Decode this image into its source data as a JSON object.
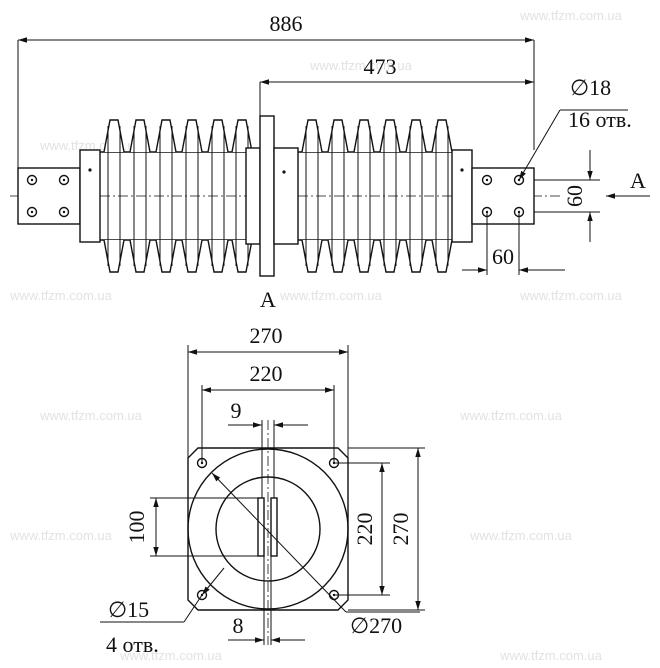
{
  "drawing": {
    "side_view": {
      "overall_length": "886",
      "flange_to_end": "473",
      "hole_diameter": "∅18",
      "hole_count": "16 отв.",
      "hole_spacing_v": "60",
      "hole_spacing_h": "60",
      "view_marker": "A"
    },
    "end_view": {
      "view_title": "A",
      "flange_width": "270",
      "bolt_pitch_x": "220",
      "slot_gap": "9",
      "slot_height": "100",
      "bolt_pitch_y": "220",
      "flange_height": "270",
      "bolt_hole_diameter": "∅15",
      "bolt_hole_count": "4 отв.",
      "slot_width": "8",
      "circle_diameter": "∅270"
    },
    "watermark": "www.tfzm.com.ua"
  }
}
